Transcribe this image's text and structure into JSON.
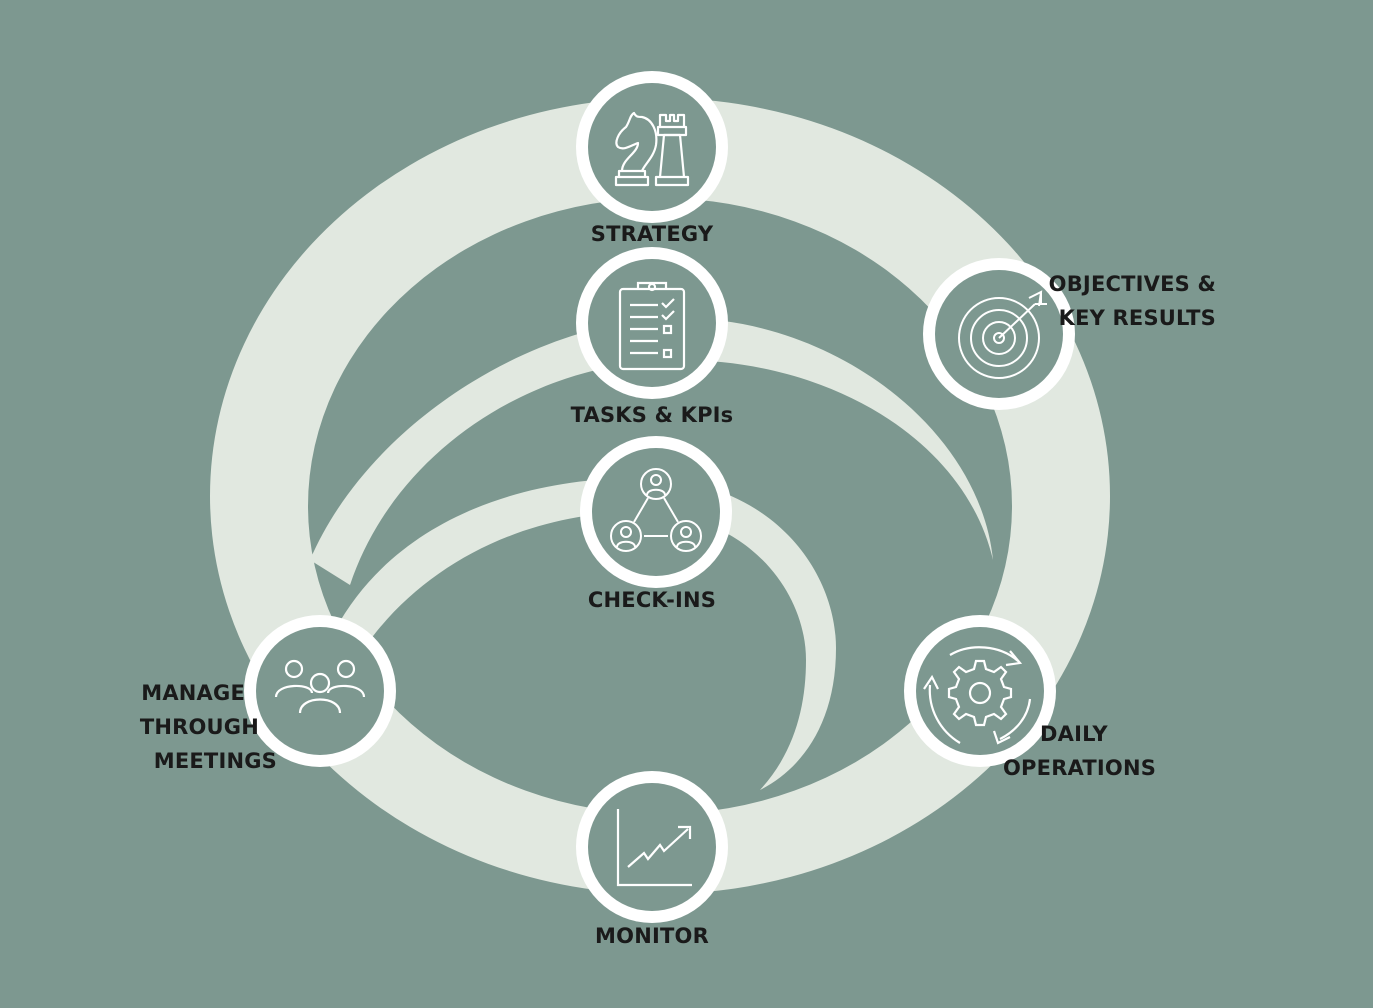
{
  "colors": {
    "background": "#7d9890",
    "ring": "#e1e8e0",
    "node_border": "#ffffff",
    "node_fill": "#7d9890",
    "icon_stroke": "#ffffff",
    "label_text": "#1a1a1a"
  },
  "nodes": [
    {
      "id": "strategy",
      "icon": "chess-icon",
      "label": [
        "STRATEGY"
      ]
    },
    {
      "id": "objectives",
      "icon": "target-icon",
      "label": [
        "OBJECTIVES &",
        "KEY RESULTS"
      ]
    },
    {
      "id": "tasks",
      "icon": "clipboard-checklist-icon",
      "label": [
        "TASKS & KPIs"
      ]
    },
    {
      "id": "checkins",
      "icon": "people-network-icon",
      "label": [
        "CHECK-INS"
      ]
    },
    {
      "id": "meetings",
      "icon": "group-icon",
      "label": [
        "MANAGE",
        "THROUGH",
        "MEETINGS"
      ]
    },
    {
      "id": "operations",
      "icon": "gear-cycle-icon",
      "label": [
        "DAILY",
        "OPERATIONS"
      ]
    },
    {
      "id": "monitor",
      "icon": "growth-chart-icon",
      "label": [
        "MONITOR"
      ]
    }
  ]
}
